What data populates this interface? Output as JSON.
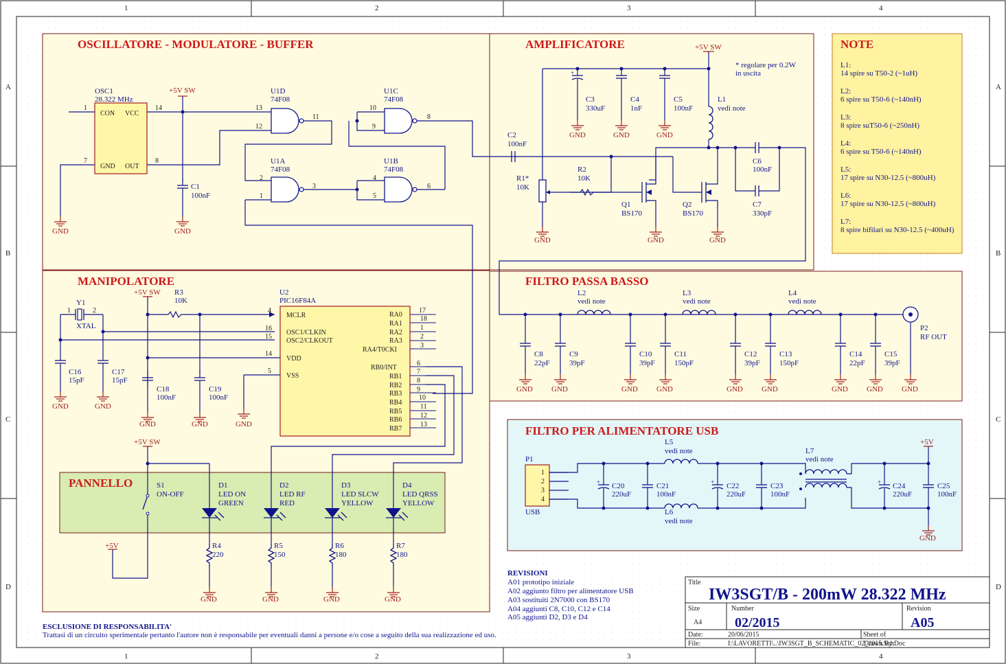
{
  "frame": {
    "columns": [
      "1",
      "2",
      "3",
      "4"
    ],
    "rows": [
      "A",
      "B",
      "C",
      "D"
    ]
  },
  "sections": {
    "osc": "OSCILLATORE - MODULATORE - BUFFER",
    "amp": "AMPLIFICATORE",
    "note": "NOTE",
    "manip": "MANIPOLATORE",
    "lpf": "FILTRO PASSA BASSO",
    "usb": "FILTRO PER ALIMENTATORE USB",
    "panel": "PANNELLO"
  },
  "power": {
    "v5sw": "+5V SW",
    "v5": "+5V",
    "gnd": "GND"
  },
  "osc_block": {
    "osc1_ref": "OSC1",
    "osc1_val": "28.322 MHz",
    "pins": [
      "CON",
      "VCC",
      "GND",
      "OUT"
    ],
    "pin_numbers": [
      "1",
      "14",
      "7",
      "8"
    ],
    "c1": [
      "C1",
      "100nF"
    ],
    "gates": [
      {
        "ref": "U1D",
        "type": "74F08",
        "pins": [
          "13",
          "12",
          "11"
        ]
      },
      {
        "ref": "U1C",
        "type": "74F08",
        "pins": [
          "10",
          "9",
          "8"
        ]
      },
      {
        "ref": "U1A",
        "type": "74F08",
        "pins": [
          "2",
          "1",
          "3"
        ]
      },
      {
        "ref": "U1B",
        "type": "74F08",
        "pins": [
          "4",
          "5",
          "6"
        ]
      }
    ]
  },
  "amp_block": {
    "note": [
      "* regolare per 0.2W",
      "in uscita"
    ],
    "c2": [
      "C2",
      "100nF"
    ],
    "c3": [
      "C3",
      "330uF"
    ],
    "c4": [
      "C4",
      "1nF"
    ],
    "c5": [
      "C5",
      "100nF"
    ],
    "l1": [
      "L1",
      "vedi note"
    ],
    "r1": [
      "R1*",
      "10K"
    ],
    "r2": [
      "R2",
      "10K"
    ],
    "q1": [
      "Q1",
      "BS170"
    ],
    "q2": [
      "Q2",
      "BS170"
    ],
    "c6": [
      "C6",
      "100nF"
    ],
    "c7": [
      "C7",
      "330pF"
    ]
  },
  "notes": [
    [
      "L1:",
      "14 spire su T50-2 (~1uH)"
    ],
    [
      "L2:",
      "6 spire su T50-6 (~140nH)"
    ],
    [
      "L3:",
      "8 spire suT50-6 (~250nH)"
    ],
    [
      "L4:",
      "6 spire su T50-6 (~140nH)"
    ],
    [
      "L5:",
      "17 spire su N30-12.5 (~800uH)"
    ],
    [
      "L6:",
      "17 spire su N30-12.5 (~800uH)"
    ],
    [
      "L7:",
      "8 spire bifilari su N30-12.5 (~400uH)"
    ]
  ],
  "manip_block": {
    "y1": [
      "Y1",
      "XTAL"
    ],
    "y1_pins": [
      "1",
      "2"
    ],
    "r3": [
      "R3",
      "10K"
    ],
    "u2": [
      "U2",
      "PIC16F84A"
    ],
    "left_pins": [
      {
        "num": "4",
        "name": "MCLR"
      },
      {
        "num": "16",
        "name": "OSC1/CLKIN"
      },
      {
        "num": "15",
        "name": "OSC2/CLKOUT"
      },
      {
        "num": "14",
        "name": "VDD"
      },
      {
        "num": "5",
        "name": "VSS"
      }
    ],
    "right_pins": [
      {
        "num": "17",
        "name": "RA0"
      },
      {
        "num": "18",
        "name": "RA1"
      },
      {
        "num": "1",
        "name": "RA2"
      },
      {
        "num": "2",
        "name": "RA3"
      },
      {
        "num": "3",
        "name": "RA4/T0CKI"
      },
      {
        "num": "6",
        "name": "RB0/INT"
      },
      {
        "num": "7",
        "name": "RB1"
      },
      {
        "num": "8",
        "name": "RB2"
      },
      {
        "num": "9",
        "name": "RB3"
      },
      {
        "num": "10",
        "name": "RB4"
      },
      {
        "num": "11",
        "name": "RB5"
      },
      {
        "num": "12",
        "name": "RB6"
      },
      {
        "num": "13",
        "name": "RB7"
      }
    ],
    "c16": [
      "C16",
      "15pF"
    ],
    "c17": [
      "C17",
      "15pF"
    ],
    "c18": [
      "C18",
      "100nF"
    ],
    "c19": [
      "C19",
      "100nF"
    ]
  },
  "panel_block": {
    "s1": [
      "S1",
      "ON-OFF"
    ],
    "leds": [
      {
        "ref": "D1",
        "l1": "LED ON",
        "l2": "GREEN",
        "r": "R4",
        "rv": "220"
      },
      {
        "ref": "D2",
        "l1": "LED RF",
        "l2": "RED",
        "r": "R5",
        "rv": "150"
      },
      {
        "ref": "D3",
        "l1": "LED SLCW",
        "l2": "YELLOW",
        "r": "R6",
        "rv": "180"
      },
      {
        "ref": "D4",
        "l1": "LED QRSS",
        "l2": "YELLOW",
        "r": "R7",
        "rv": "180"
      }
    ]
  },
  "lpf_block": {
    "inductors": [
      [
        "L2",
        "vedi note"
      ],
      [
        "L3",
        "vedi note"
      ],
      [
        "L4",
        "vedi note"
      ]
    ],
    "caps": [
      [
        "C8",
        "22pF"
      ],
      [
        "C9",
        "39pF"
      ],
      [
        "C10",
        "39pF"
      ],
      [
        "C11",
        "150pF"
      ],
      [
        "C12",
        "39pF"
      ],
      [
        "C13",
        "150pF"
      ],
      [
        "C14",
        "22pF"
      ],
      [
        "C15",
        "39pF"
      ]
    ],
    "p2": [
      "P2",
      "RF OUT"
    ]
  },
  "usb_block": {
    "p1": [
      "P1",
      "USB"
    ],
    "p1_pins": [
      "1",
      "2",
      "3",
      "4"
    ],
    "caps": [
      [
        "C20",
        "220uF"
      ],
      [
        "C21",
        "100nF"
      ],
      [
        "C22",
        "220uF"
      ],
      [
        "C23",
        "100nF"
      ],
      [
        "C24",
        "220uF"
      ],
      [
        "C25",
        "100nF"
      ]
    ],
    "l5": [
      "L5",
      "vedi note"
    ],
    "l6": [
      "L6",
      "vedi note"
    ],
    "l7": [
      "L7",
      "vedi note"
    ]
  },
  "revisions": {
    "title": "REVISIONI",
    "items": [
      "A01 prototipo iniziale",
      "A02 aggiunto filtro per alimentatore USB",
      "A03 sostituiti 2N7000 con BS170",
      "A04 aggiunti C8, C10, C12 e C14",
      "A05 aggiunti D2, D3 e D4"
    ]
  },
  "disclaimer": {
    "title": "ESCLUSIONE DI RESPONSABILITA'",
    "text": "Trattasi di un circuito sperimentale pertanto l'autore non è responsabile per eventuali danni a persone e/o cose a seguito della sua realizzazione ed uso."
  },
  "title_block": {
    "title_label": "Title",
    "title": "IW3SGT/B - 200mW 28.322 MHz",
    "size_label": "Size",
    "size": "A4",
    "number_label": "Number",
    "number": "02/2015",
    "revision_label": "Revision",
    "revision": "A05",
    "date_label": "Date:",
    "date": "20/06/2015",
    "sheet_label": "Sheet    of",
    "file_label": "File:",
    "file": "I:\\LAVORETTI\\..\\IW3SGT_B_SCHEMATIC_02_2015.SchDoc",
    "drawn_label": "Drawn By:"
  },
  "colors": {
    "wire": "#10148c",
    "component_text": "#10148c",
    "section_title": "#cc1a1a",
    "power": "#a01c1c",
    "block_fill": "#fffbe0",
    "note_fill": "#fff2a0",
    "panel_fill": "#d9ecb2",
    "usb_fill": "#e3f6f8",
    "chip_fill": "#fff7a8"
  }
}
